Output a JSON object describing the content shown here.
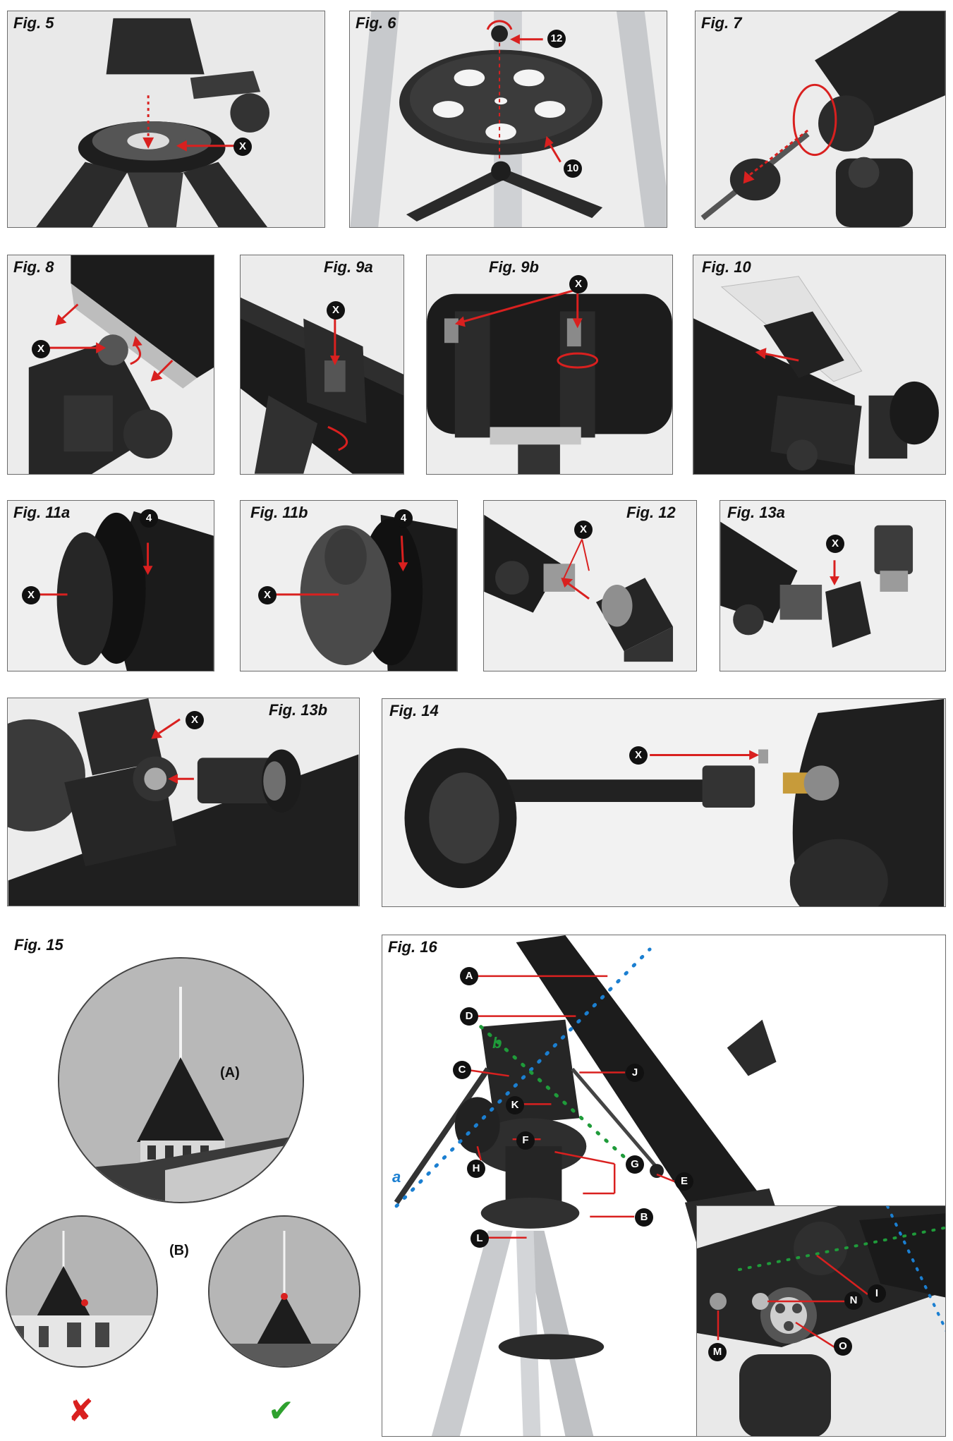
{
  "figures": {
    "fig5": {
      "title": "Fig. 5",
      "callouts": [
        "X"
      ]
    },
    "fig6": {
      "title": "Fig. 6",
      "callouts": [
        "12",
        "10"
      ]
    },
    "fig7": {
      "title": "Fig. 7"
    },
    "fig8": {
      "title": "Fig. 8",
      "callouts": [
        "X"
      ]
    },
    "fig9a": {
      "title": "Fig. 9a",
      "callouts": [
        "X"
      ]
    },
    "fig9b": {
      "title": "Fig. 9b",
      "callouts": [
        "X"
      ]
    },
    "fig10": {
      "title": "Fig. 10"
    },
    "fig11a": {
      "title": "Fig. 11a",
      "callouts": [
        "4",
        "X"
      ]
    },
    "fig11b": {
      "title": "Fig. 11b",
      "callouts": [
        "4",
        "X"
      ]
    },
    "fig12": {
      "title": "Fig. 12",
      "callouts": [
        "X"
      ]
    },
    "fig13a": {
      "title": "Fig. 13a",
      "callouts": [
        "X"
      ]
    },
    "fig13b": {
      "title": "Fig. 13b",
      "callouts": [
        "X"
      ]
    },
    "fig14": {
      "title": "Fig. 14",
      "callouts": [
        "X"
      ]
    },
    "fig15": {
      "title": "Fig. 15",
      "label_a": "(A)",
      "label_b": "(B)",
      "wrong_mark": "✘",
      "right_mark": "✔"
    },
    "fig16": {
      "title": "Fig. 16",
      "callouts": [
        "A",
        "D",
        "C",
        "J",
        "K",
        "F",
        "H",
        "G",
        "E",
        "B",
        "L",
        "I",
        "N",
        "M",
        "O"
      ],
      "axis_a": "a",
      "axis_b": "b"
    }
  },
  "colors": {
    "arrow": "#d9201f",
    "callout_bg": "#111111",
    "axis_a": "#1b7fd1",
    "axis_b": "#1f9b3a",
    "wrong": "#d9201f",
    "right": "#2ea12e"
  },
  "icons": [
    "arrow-red",
    "callout-circle",
    "cross-mark",
    "check-mark"
  ]
}
